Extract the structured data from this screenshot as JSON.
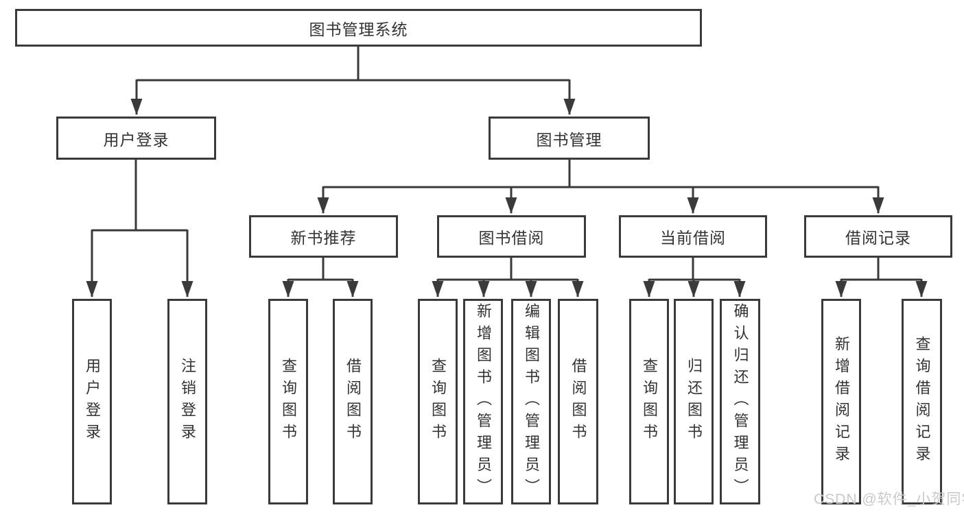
{
  "diagram": {
    "watermark": "CSDN @软件_小贺同学",
    "colors": {
      "line": "#3a3a3a",
      "text": "#333333",
      "background": "#ffffff",
      "watermark": "#c9c9c9"
    },
    "root": {
      "label": "图书管理系统"
    },
    "branches": [
      {
        "label": "用户登录",
        "children": [
          {
            "label": "用户登录"
          },
          {
            "label": "注销登录"
          }
        ]
      },
      {
        "label": "图书管理",
        "children": [
          {
            "label": "新书推荐",
            "children": [
              {
                "label": "查询图书"
              },
              {
                "label": "借阅图书"
              }
            ]
          },
          {
            "label": "图书借阅",
            "children": [
              {
                "label": "查询图书"
              },
              {
                "label": "新增图书（管理员）"
              },
              {
                "label": "编辑图书（管理员）"
              },
              {
                "label": "借阅图书"
              }
            ]
          },
          {
            "label": "当前借阅",
            "children": [
              {
                "label": "查询图书"
              },
              {
                "label": "归还图书"
              },
              {
                "label": "确认归还（管理员）"
              }
            ]
          },
          {
            "label": "借阅记录",
            "children": [
              {
                "label": "新增借阅记录"
              },
              {
                "label": "查询借阅记录"
              }
            ]
          }
        ]
      }
    ]
  }
}
